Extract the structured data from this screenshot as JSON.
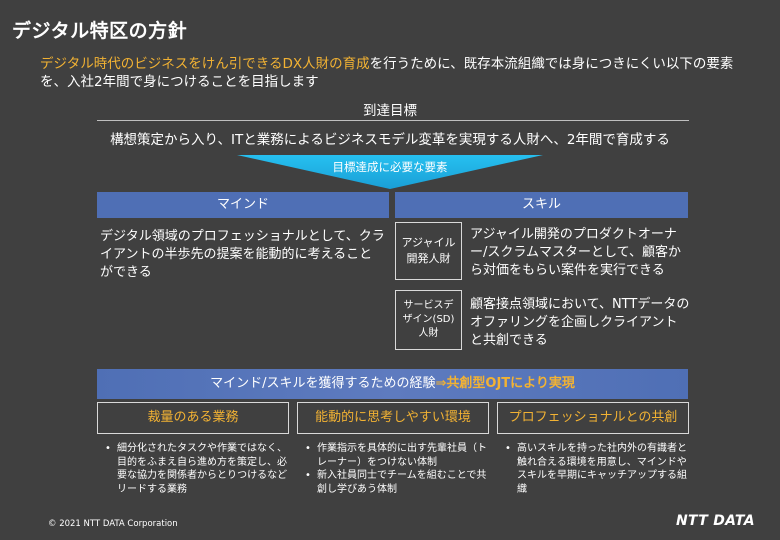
{
  "title": "デジタル特区の方針",
  "intro": {
    "highlight": "デジタル時代のビジネスをけん引できるDX人財の育成",
    "rest": "を行うために、既存本流組織では身につきにくい以下の要素を、入社2年間で身につけることを目指します"
  },
  "goal": {
    "label": "到達目標",
    "text": "構想策定から入り、ITと業務によるビジネスモデル変革を実現する人財へ、2年間で育成する"
  },
  "elements_label": "目標達成に必要な要素",
  "mind": {
    "header": "マインド",
    "text": "デジタル領域のプロフェッショナルとして、クライアントの半歩先の提案を能動的に考えることができる"
  },
  "skill": {
    "header": "スキル",
    "items": [
      {
        "tag": "アジャイル開発人財",
        "text": "アジャイル開発のプロダクトオーナー/スクラムマスターとして、顧客から対価をもらい案件を実行できる"
      },
      {
        "tag": "サービスデザイン(SD)人財",
        "text": "顧客接点領域において、NTTデータのオファリングを企画しクライアントと共創できる"
      }
    ]
  },
  "experience": {
    "prefix": "マインド/スキルを獲得するための経験",
    "highlight": "⇒共創型OJTにより実現"
  },
  "pillars": [
    {
      "label": "裁量のある業務",
      "bullets": [
        "細分化されたタスクや作業ではなく、目的をふまえ自ら進め方を策定し、必要な協力を関係者からとりつけるなどリードする業務"
      ]
    },
    {
      "label": "能動的に思考しやすい環境",
      "bullets": [
        "作業指示を具体的に出す先輩社員（トレーナー）をつけない体制",
        "新入社員同士でチームを組むことで共創し学びあう体制"
      ]
    },
    {
      "label": "プロフェッショナルとの共創",
      "bullets": [
        "高いスキルを持った社内外の有識者と触れ合える環境を用意し、マインドやスキルを早期にキャッチアップする組織"
      ]
    }
  ],
  "copyright": "© 2021 NTT DATA Corporation",
  "logo": "NTT DATA",
  "colors": {
    "accent": "#f2b233",
    "bar": "#4f6fb5",
    "background": "#404040",
    "triangle": "#1fb3e6"
  }
}
